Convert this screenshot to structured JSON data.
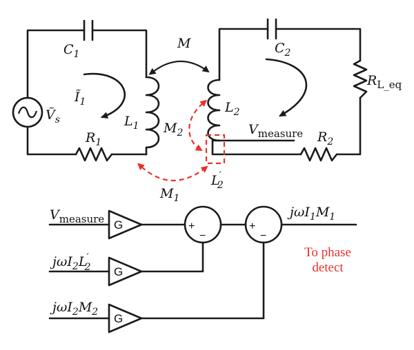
{
  "circuit": {
    "c1": {
      "base": "C",
      "sub": "1"
    },
    "c2": {
      "base": "C",
      "sub": "2"
    },
    "mutual": {
      "base": "M"
    },
    "m1": {
      "base": "M",
      "sub": "1"
    },
    "m2": {
      "base": "M",
      "sub": "2"
    },
    "l1": {
      "base": "L",
      "sub": "1"
    },
    "l2": {
      "base": "L",
      "sub": "2"
    },
    "l2p": {
      "base": "L",
      "sub": "2",
      "sup": "′"
    },
    "r1": {
      "base": "R",
      "sub": "1"
    },
    "r2": {
      "base": "R",
      "sub": "2"
    },
    "rl": {
      "base": "R",
      "sub": "L_eq"
    },
    "i1": {
      "base": "Ĩ",
      "sub": "1"
    },
    "vs": {
      "base": "Ṽ",
      "sub": "s"
    },
    "vmeasure": {
      "base": "V",
      "sub": "measure"
    }
  },
  "block": {
    "in1": {
      "base": "V",
      "sub": "measure"
    },
    "in2": {
      "pre": "jωI",
      "sub1": "2",
      "mid": "L",
      "sub2": "2",
      "sup": "′"
    },
    "in3": {
      "pre": "jωI",
      "sub1": "2",
      "mid": "M",
      "sub2": "2"
    },
    "out": {
      "pre": "jωI",
      "sub1": "1",
      "mid": "M",
      "sub2": "1"
    },
    "gain": "G",
    "plus": "+",
    "minus": "−",
    "note_line1": "To phase",
    "note_line2": "detect"
  },
  "colors": {
    "wire": "#1a1a1a",
    "highlight": "#e8322c"
  }
}
